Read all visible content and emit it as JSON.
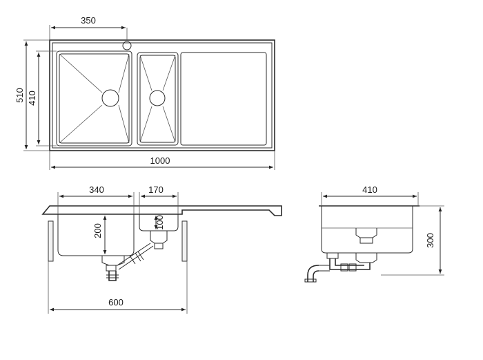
{
  "top_view": {
    "dim_tap_offset": "350",
    "dim_overall_depth": "510",
    "dim_bowl_depth": "410",
    "dim_overall_length": "1000"
  },
  "front_view": {
    "dim_large_bowl_width": "340",
    "dim_small_bowl_width": "170",
    "dim_large_bowl_height": "200",
    "dim_small_bowl_height": "100",
    "dim_cabinet_width": "600"
  },
  "side_view": {
    "dim_depth": "410",
    "dim_height": "300"
  }
}
